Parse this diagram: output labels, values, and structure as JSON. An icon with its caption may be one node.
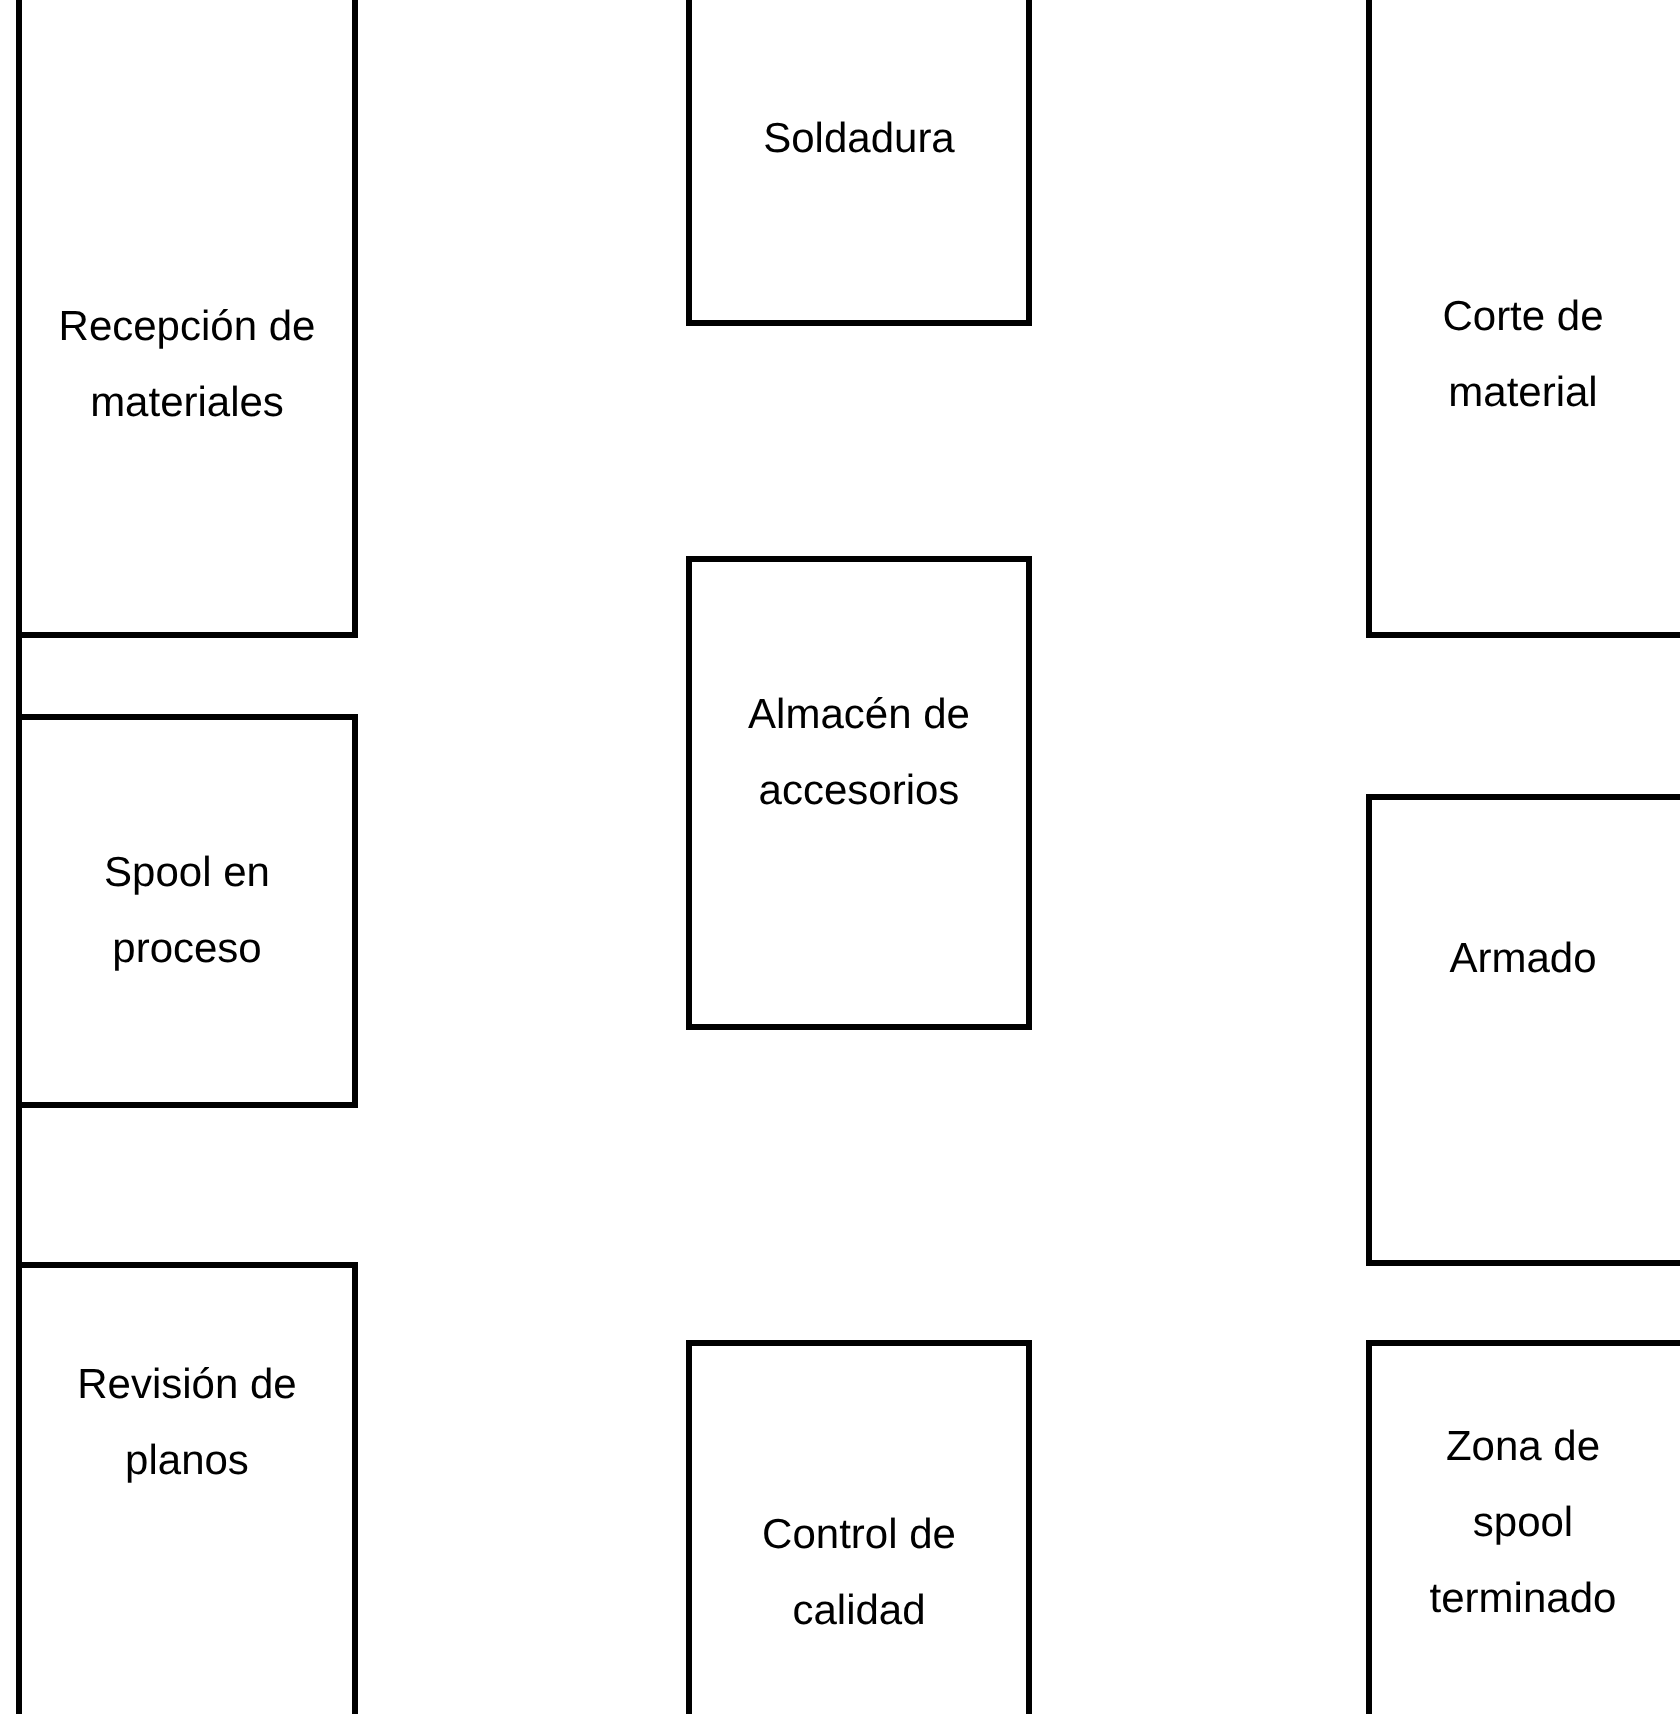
{
  "diagram": {
    "nodes": [
      {
        "text": [
          "Recepción de materiales"
        ]
      },
      {
        "text": [
          "Spool en proceso"
        ]
      },
      {
        "text": [
          "Revisión de planos"
        ]
      },
      {
        "text": [
          "Soldadura"
        ]
      },
      {
        "text": [
          "Almacén de accesorios"
        ]
      },
      {
        "text": [
          "Control de calidad"
        ]
      },
      {
        "text": [
          "Corte de material"
        ]
      },
      {
        "text": [
          "Armado"
        ]
      },
      {
        "text": [
          "Zona de spool terminado"
        ]
      }
    ]
  }
}
